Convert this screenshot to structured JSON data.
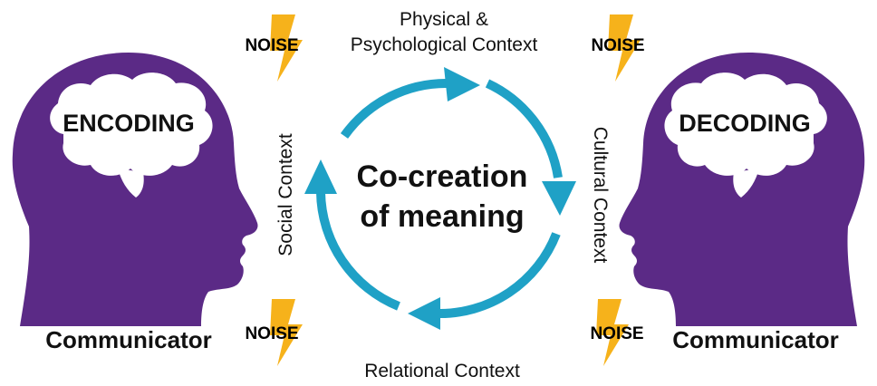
{
  "center_label": {
    "line1": "Co-creation",
    "line2": "of meaning"
  },
  "contexts": {
    "top_line1": "Physical &",
    "top_line2": "Psychological Context",
    "left": "Social Context",
    "right": "Cultural Context",
    "bottom": "Relational Context"
  },
  "left_head": {
    "brain_label": "ENCODING",
    "caption": "Communicator"
  },
  "right_head": {
    "brain_label": "DECODING",
    "caption": "Communicator"
  },
  "noise": {
    "top_left": "NOISE",
    "top_right": "NOISE",
    "bottom_left": "NOISE",
    "bottom_right": "NOISE"
  },
  "colors": {
    "head": "#5b2a86",
    "arrow": "#1fa1c6",
    "lightning": "#f6b21b",
    "brain_fill": "#ffffff",
    "text": "#111111"
  },
  "icons": {
    "noise": "lightning-bolt-icon",
    "head": "human-head-profile-icon",
    "brain": "brain-icon",
    "cycle": "circular-arrows-icon"
  }
}
